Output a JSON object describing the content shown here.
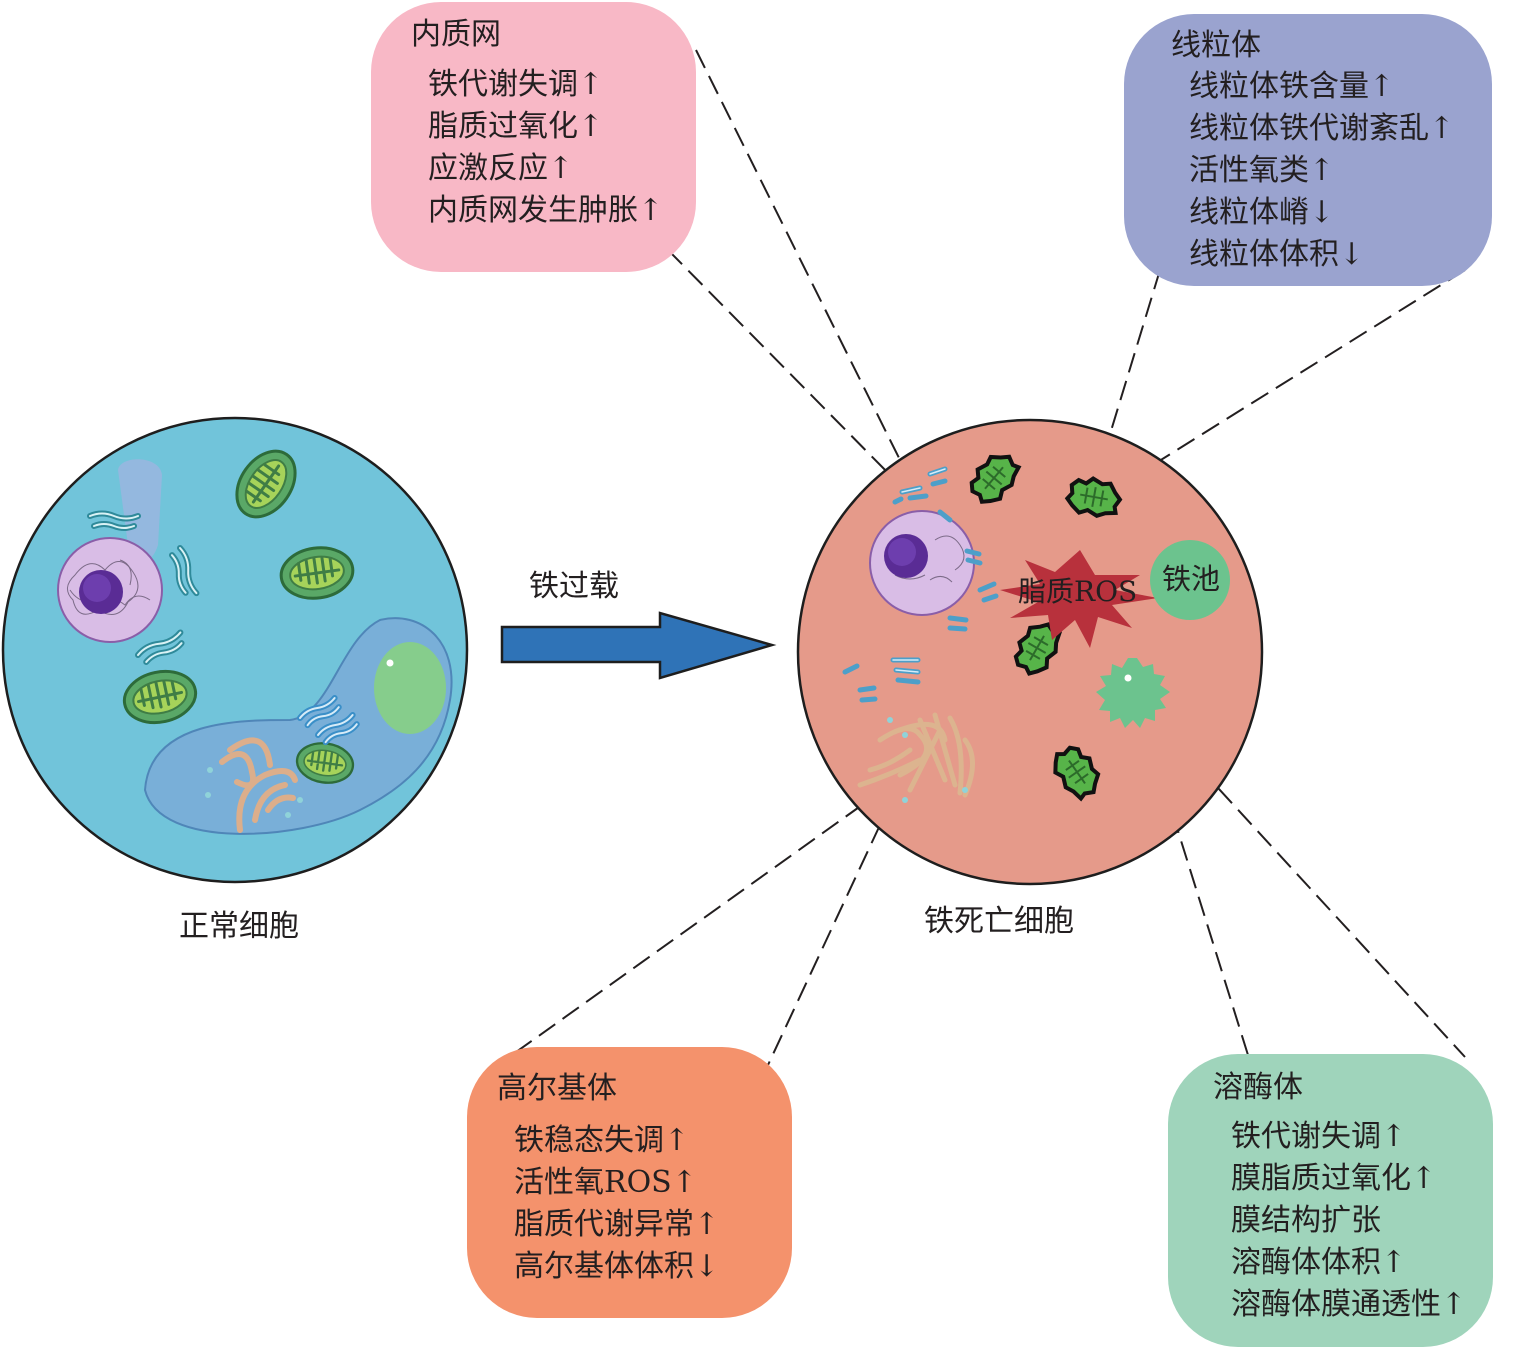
{
  "normal_cell": {
    "label": "正常细胞"
  },
  "ferroptotic_cell": {
    "label": "铁死亡细胞"
  },
  "arrow": {
    "label": "铁过载"
  },
  "lipid_ros": {
    "label": "脂质ROS"
  },
  "iron_pool": {
    "label": "铁池"
  },
  "colors": {
    "er_box": "#f8b8c6",
    "mito_box": "#9aa3cf",
    "golgi_box": "#f4926c",
    "lyso_box": "#9fd4bb",
    "normal_cell": "#71c4da",
    "ferroptotic_cell": "#e59a8a",
    "arrow": "#2f73b7",
    "lipid_ros": "#b8313c",
    "iron_pool": "#6cc38e"
  },
  "boxes": {
    "er": {
      "title": "内质网",
      "items": [
        "铁代谢失调↑",
        "脂质过氧化↑",
        "应激反应↑",
        "内质网发生肿胀↑"
      ]
    },
    "mitochondria": {
      "title": "线粒体",
      "items": [
        "线粒体铁含量↑",
        "线粒体铁代谢紊乱↑",
        "活性氧类↑",
        "线粒体嵴↓",
        "线粒体体积↓"
      ]
    },
    "golgi": {
      "title": "高尔基体",
      "items": [
        "铁稳态失调↑",
        "活性氧ROS↑",
        "脂质代谢异常↑",
        "高尔基体体积↓"
      ]
    },
    "lysosome": {
      "title": "溶酶体",
      "items": [
        "铁代谢失调↑",
        "膜脂质过氧化↑",
        "膜结构扩张",
        "溶酶体体积↑",
        "溶酶体膜通透性↑"
      ]
    }
  }
}
